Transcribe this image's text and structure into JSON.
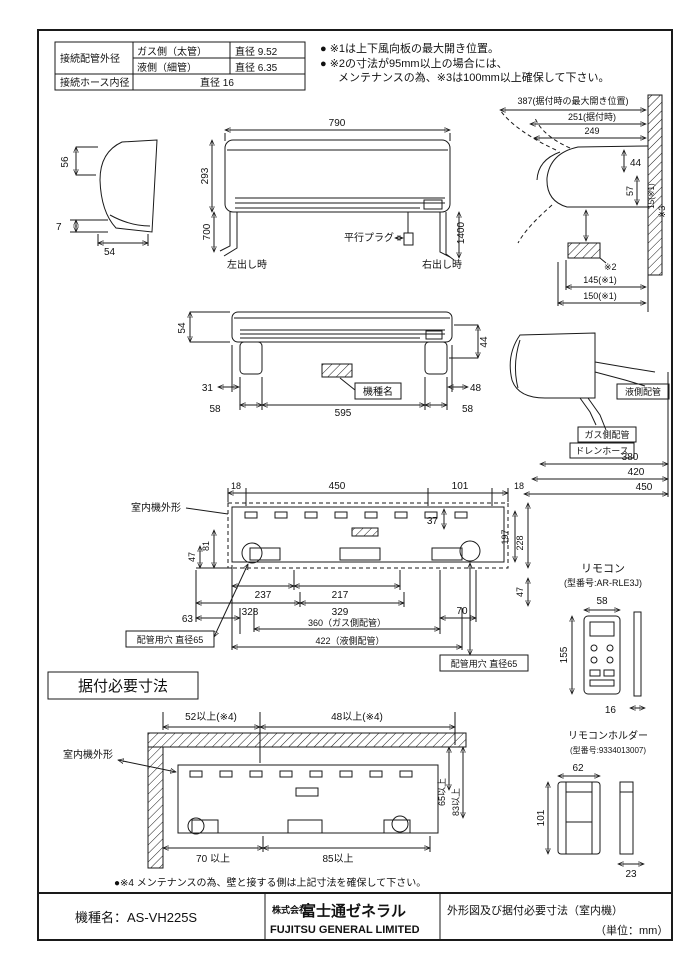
{
  "spec_table": {
    "r1c1": "接続配管外径",
    "r1c2": "ガス側（太管）",
    "r1c3": "直径 9.52",
    "r2c2": "液側（細管）",
    "r2c3": "直径 6.35",
    "r3c1": "接続ホース内径",
    "r3c2": "直径 16"
  },
  "notes": {
    "line1": "● ※1は上下風向板の最大開き位置。",
    "line2": "● ※2の寸法が95mm以上の場合には、",
    "line3": "メンテナンスの為、※3は100mm以上確保して下さい。"
  },
  "front": {
    "w790": "790",
    "h293": "293",
    "h700": "700",
    "h1400": "1400",
    "plug": "平行プラグ",
    "left_out": "左出し時",
    "right_out": "右出し時"
  },
  "left_side": {
    "d56": "56",
    "d7": "7",
    "d54": "54"
  },
  "right_side": {
    "d387": "387(据付時の最大開き位置)",
    "d251": "251(据付時)",
    "d249": "249",
    "d44": "44",
    "d57": "57",
    "d15": "15(※1)",
    "s3": "※3",
    "s2": "※2",
    "d145": "145(※1)",
    "d150": "150(※1)"
  },
  "bottom": {
    "d54": "54",
    "d44": "44",
    "d31": "31",
    "d48": "48",
    "d58l": "58",
    "d595": "595",
    "d58r": "58",
    "model_plate": "機種名"
  },
  "pipes": {
    "liquid": "液側配管",
    "gas": "ガス側配管",
    "drain": "ドレンホース",
    "d380": "380",
    "d420": "420",
    "d450": "450"
  },
  "back": {
    "outline": "室内機外形",
    "d18l": "18",
    "d450": "450",
    "d101": "101",
    "d18r": "18",
    "d37": "37",
    "d197": "197",
    "d228": "228",
    "d47l": "47",
    "d81": "81",
    "d237": "237",
    "d217": "217",
    "d328": "328",
    "d329": "329",
    "d63": "63",
    "d360": "360（ガス側配管）",
    "d70": "70",
    "d422": "422（液側配管）",
    "d47r": "47",
    "hole_l": "配管用穴 直径65",
    "hole_r": "配管用穴 直径65"
  },
  "remote": {
    "title": "リモコン",
    "model": "(型番号:AR-RLE3J)",
    "d58": "58",
    "d155": "155",
    "d16": "16"
  },
  "install": {
    "title": "据付必要寸法",
    "d52": "52以上(※4)",
    "d48": "48以上(※4)",
    "outline": "室内機外形",
    "d65": "65以上",
    "d83": "83以上",
    "d70": "70 以上",
    "d85": "85以上",
    "note": "●※4 メンテナンスの為、壁と接する側は上記寸法を確保して下さい。"
  },
  "holder": {
    "title": "リモコンホルダー",
    "model": "(型番号:9334013007)",
    "d62": "62",
    "d101": "101",
    "d23": "23"
  },
  "title_block": {
    "model": "機種名：AS-VH225S",
    "company_jp_prefix": "株式会社",
    "company_jp": "富士通ゼネラル",
    "company_en": "FUJITSU GENERAL LIMITED",
    "doc_title": "外形図及び据付必要寸法（室内機）",
    "unit": "（単位：mm）"
  }
}
